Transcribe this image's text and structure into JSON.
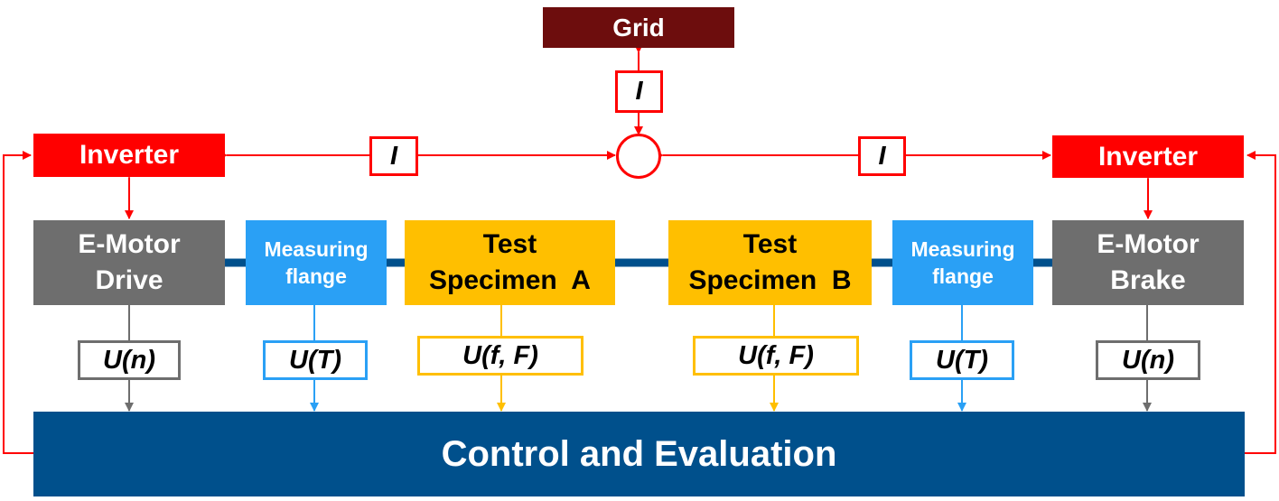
{
  "grid": {
    "label": "Grid"
  },
  "inverters": {
    "left": "Inverter",
    "right": "Inverter"
  },
  "motors": {
    "drive": {
      "line1": "E-Motor",
      "line2": "Drive"
    },
    "brake": {
      "line1": "E-Motor",
      "line2": "Brake"
    }
  },
  "flanges": {
    "left": {
      "line1": "Measuring",
      "line2": "flange"
    },
    "right": {
      "line1": "Measuring",
      "line2": "flange"
    }
  },
  "specimens": {
    "a": {
      "line1": "Test",
      "line2": "Specimen  A"
    },
    "b": {
      "line1": "Test",
      "line2": "Specimen  B"
    }
  },
  "signals": {
    "current_grid": "I",
    "current_left": "I",
    "current_right": "I",
    "speed_drive": "U(n)",
    "torque_left": "U(T)",
    "spec_a": "U(f, F)",
    "spec_b": "U(f, F)",
    "torque_right": "U(T)",
    "speed_brake": "U(n)"
  },
  "control": {
    "label": "Control and Evaluation"
  },
  "colors": {
    "power": "#ff0000",
    "grid": "#6d0d0d",
    "motor": "#6e6e6e",
    "flange": "#2aa0f5",
    "specimen": "#ffbf00",
    "control": "#00508c",
    "shaft": "#00508c"
  }
}
